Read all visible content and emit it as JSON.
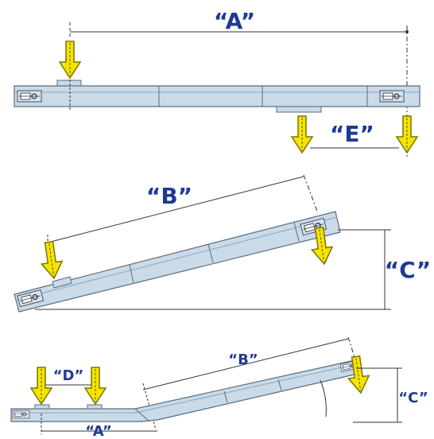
{
  "labels": {
    "a_top": "“A”",
    "e": "“E”",
    "b_mid": "“B”",
    "c_mid": "“C”",
    "d_bottom": "“D”",
    "b_bottom": "“B”",
    "c_bottom": "“C”",
    "a_bottom": "“A”"
  },
  "colors": {
    "beam_fill": "#c9dae8",
    "beam_stroke": "#5b6b7a",
    "arrow_fill": "#f5e400",
    "arrow_stroke": "#7d7400",
    "label": "#1f3a93",
    "line": "#333333"
  }
}
